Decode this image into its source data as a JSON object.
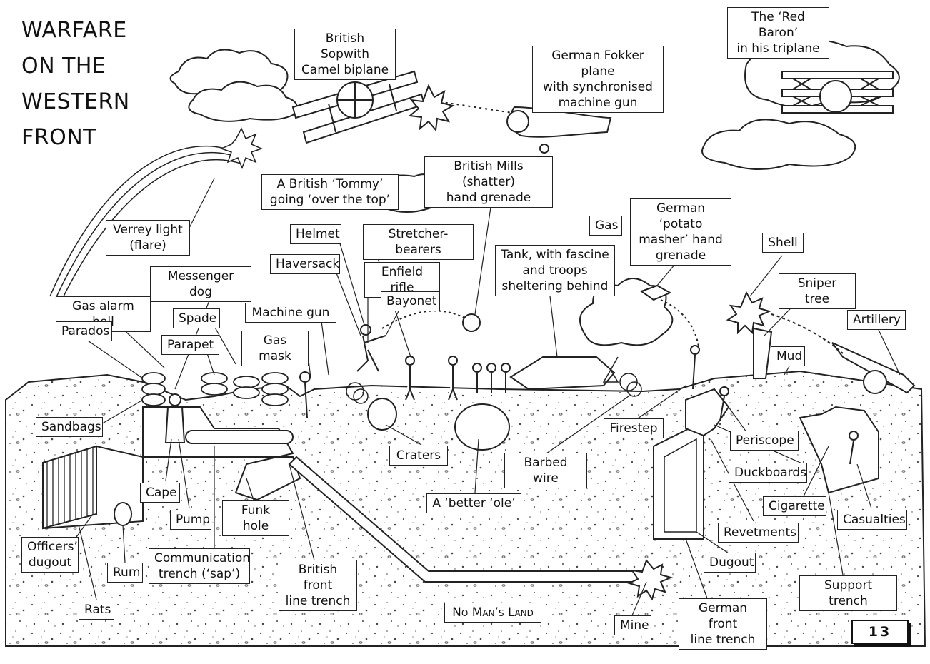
{
  "title": [
    "Warfare",
    "on the",
    "Western",
    "Front"
  ],
  "page_number": "13",
  "labels": {
    "sopwith": "British Sopwith\nCamel biplane",
    "fokker": "German Fokker plane\nwith synchronised\nmachine gun",
    "red_baron": "The ‘Red Baron’\nin his triplane",
    "mills": "British Mills (shatter)\nhand grenade",
    "tommy": "A British ‘Tommy’\ngoing ‘over the top’",
    "verrey": "Verrey light\n(flare)",
    "helmet": "Helmet",
    "stretcher": "Stretcher-bearers",
    "haversack": "Haversack",
    "enfield": "Enfield rifle",
    "bayonet": "Bayonet",
    "tank": "Tank, with fascine\nand troops\nsheltering behind",
    "gas": "Gas",
    "potato": "German ‘potato\nmasher’ hand\ngrenade",
    "shell": "Shell",
    "sniper": "Sniper tree",
    "artillery": "Artillery",
    "messenger_dog": "Messenger dog",
    "gas_alarm": "Gas alarm bell",
    "spade": "Spade",
    "machine_gun": "Machine gun",
    "parados": "Parados",
    "parapet": "Parapet",
    "gas_mask": "Gas mask",
    "mud": "Mud",
    "sandbags": "Sandbags",
    "firestep": "Firestep",
    "periscope": "Periscope",
    "craters": "Craters",
    "barbed_wire": "Barbed wire",
    "duckboards": "Duckboards",
    "cape": "Cape",
    "funk_hole": "Funk hole",
    "better_ole": "A ‘better ‘ole’",
    "cigarette": "Cigarette",
    "pump": "Pump",
    "casualties": "Casualties",
    "revetments": "Revetments",
    "officers_dugout": "Officers’\ndugout",
    "communication": "Communication\ntrench (‘sap’)",
    "british_front": "British front\nline trench",
    "dugout": "Dugout",
    "rum": "Rum",
    "support_trench": "Support trench",
    "rats": "Rats",
    "no_mans_land": "No Man’s Land",
    "german_front": "German front\nline trench",
    "mine": "Mine"
  }
}
